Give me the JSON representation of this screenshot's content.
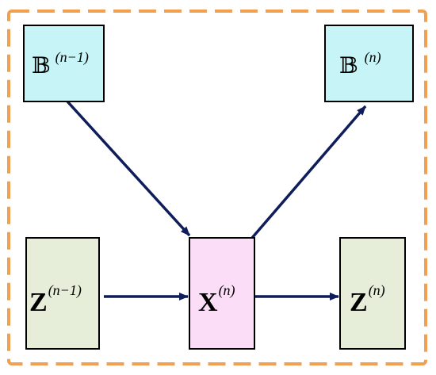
{
  "colors": {
    "frame": "#F0A050",
    "arrow": "#0F1E5A",
    "node_stroke": "#000000",
    "b_fill": "#C6F4F7",
    "z_fill": "#E6EDD9",
    "x_fill": "#FBDDF7"
  },
  "nodes": {
    "b_prev": {
      "letter": "𝔹",
      "sup": "(n−1)"
    },
    "b_curr": {
      "letter": "𝔹",
      "sup": "(n)"
    },
    "z_prev": {
      "letter": "Z",
      "sup": "(n−1)"
    },
    "x_curr": {
      "letter": "X",
      "sup": "(n)"
    },
    "z_curr": {
      "letter": "Z",
      "sup": "(n)"
    }
  }
}
